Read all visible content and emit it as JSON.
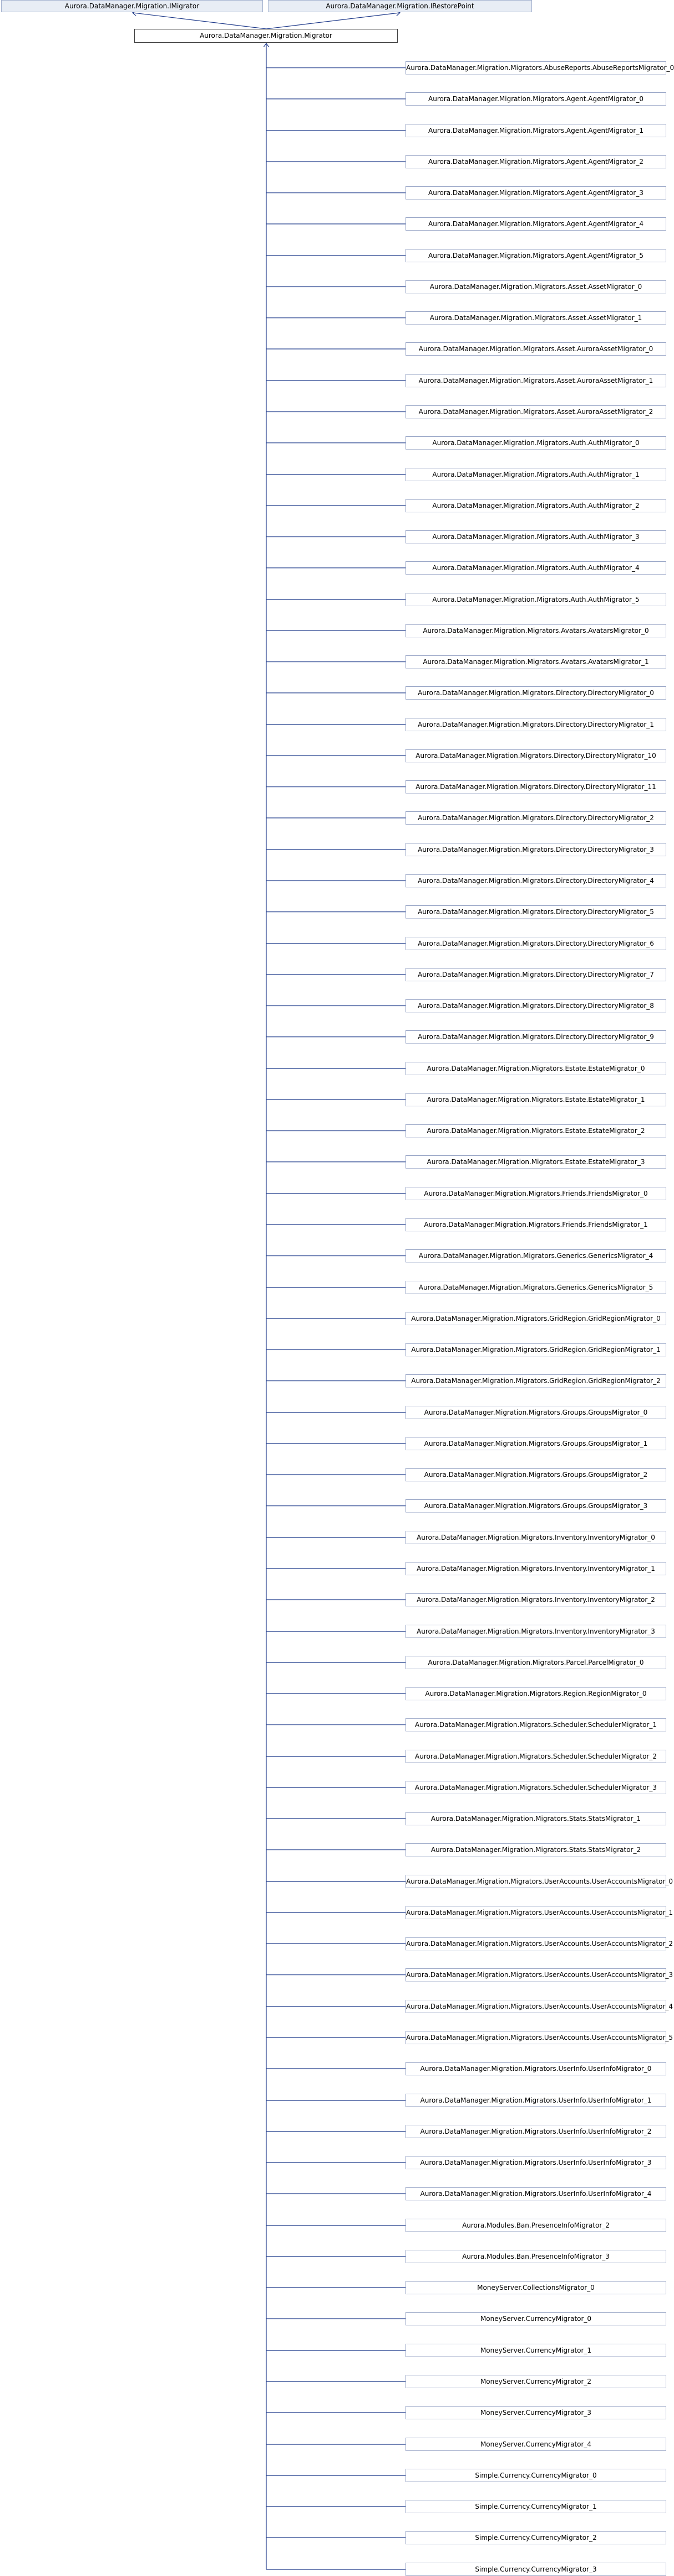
{
  "base_classes": [
    "Aurora.DataManager.Migration.IMigrator",
    "Aurora.DataManager.Migration.IRestorePoint"
  ],
  "main_class": "Aurora.DataManager.Migration.Migrator",
  "derived_classes": [
    "Aurora.DataManager.Migration.Migrators.AbuseReports.AbuseReportsMigrator_0",
    "Aurora.DataManager.Migration.Migrators.Agent.AgentMigrator_0",
    "Aurora.DataManager.Migration.Migrators.Agent.AgentMigrator_1",
    "Aurora.DataManager.Migration.Migrators.Agent.AgentMigrator_2",
    "Aurora.DataManager.Migration.Migrators.Agent.AgentMigrator_3",
    "Aurora.DataManager.Migration.Migrators.Agent.AgentMigrator_4",
    "Aurora.DataManager.Migration.Migrators.Agent.AgentMigrator_5",
    "Aurora.DataManager.Migration.Migrators.Asset.AssetMigrator_0",
    "Aurora.DataManager.Migration.Migrators.Asset.AssetMigrator_1",
    "Aurora.DataManager.Migration.Migrators.Asset.AuroraAssetMigrator_0",
    "Aurora.DataManager.Migration.Migrators.Asset.AuroraAssetMigrator_1",
    "Aurora.DataManager.Migration.Migrators.Asset.AuroraAssetMigrator_2",
    "Aurora.DataManager.Migration.Migrators.Auth.AuthMigrator_0",
    "Aurora.DataManager.Migration.Migrators.Auth.AuthMigrator_1",
    "Aurora.DataManager.Migration.Migrators.Auth.AuthMigrator_2",
    "Aurora.DataManager.Migration.Migrators.Auth.AuthMigrator_3",
    "Aurora.DataManager.Migration.Migrators.Auth.AuthMigrator_4",
    "Aurora.DataManager.Migration.Migrators.Auth.AuthMigrator_5",
    "Aurora.DataManager.Migration.Migrators.Avatars.AvatarsMigrator_0",
    "Aurora.DataManager.Migration.Migrators.Avatars.AvatarsMigrator_1",
    "Aurora.DataManager.Migration.Migrators.Directory.DirectoryMigrator_0",
    "Aurora.DataManager.Migration.Migrators.Directory.DirectoryMigrator_1",
    "Aurora.DataManager.Migration.Migrators.Directory.DirectoryMigrator_10",
    "Aurora.DataManager.Migration.Migrators.Directory.DirectoryMigrator_11",
    "Aurora.DataManager.Migration.Migrators.Directory.DirectoryMigrator_2",
    "Aurora.DataManager.Migration.Migrators.Directory.DirectoryMigrator_3",
    "Aurora.DataManager.Migration.Migrators.Directory.DirectoryMigrator_4",
    "Aurora.DataManager.Migration.Migrators.Directory.DirectoryMigrator_5",
    "Aurora.DataManager.Migration.Migrators.Directory.DirectoryMigrator_6",
    "Aurora.DataManager.Migration.Migrators.Directory.DirectoryMigrator_7",
    "Aurora.DataManager.Migration.Migrators.Directory.DirectoryMigrator_8",
    "Aurora.DataManager.Migration.Migrators.Directory.DirectoryMigrator_9",
    "Aurora.DataManager.Migration.Migrators.Estate.EstateMigrator_0",
    "Aurora.DataManager.Migration.Migrators.Estate.EstateMigrator_1",
    "Aurora.DataManager.Migration.Migrators.Estate.EstateMigrator_2",
    "Aurora.DataManager.Migration.Migrators.Estate.EstateMigrator_3",
    "Aurora.DataManager.Migration.Migrators.Friends.FriendsMigrator_0",
    "Aurora.DataManager.Migration.Migrators.Friends.FriendsMigrator_1",
    "Aurora.DataManager.Migration.Migrators.Generics.GenericsMigrator_4",
    "Aurora.DataManager.Migration.Migrators.Generics.GenericsMigrator_5",
    "Aurora.DataManager.Migration.Migrators.GridRegion.GridRegionMigrator_0",
    "Aurora.DataManager.Migration.Migrators.GridRegion.GridRegionMigrator_1",
    "Aurora.DataManager.Migration.Migrators.GridRegion.GridRegionMigrator_2",
    "Aurora.DataManager.Migration.Migrators.Groups.GroupsMigrator_0",
    "Aurora.DataManager.Migration.Migrators.Groups.GroupsMigrator_1",
    "Aurora.DataManager.Migration.Migrators.Groups.GroupsMigrator_2",
    "Aurora.DataManager.Migration.Migrators.Groups.GroupsMigrator_3",
    "Aurora.DataManager.Migration.Migrators.Inventory.InventoryMigrator_0",
    "Aurora.DataManager.Migration.Migrators.Inventory.InventoryMigrator_1",
    "Aurora.DataManager.Migration.Migrators.Inventory.InventoryMigrator_2",
    "Aurora.DataManager.Migration.Migrators.Inventory.InventoryMigrator_3",
    "Aurora.DataManager.Migration.Migrators.Parcel.ParcelMigrator_0",
    "Aurora.DataManager.Migration.Migrators.Region.RegionMigrator_0",
    "Aurora.DataManager.Migration.Migrators.Scheduler.SchedulerMigrator_1",
    "Aurora.DataManager.Migration.Migrators.Scheduler.SchedulerMigrator_2",
    "Aurora.DataManager.Migration.Migrators.Scheduler.SchedulerMigrator_3",
    "Aurora.DataManager.Migration.Migrators.Stats.StatsMigrator_1",
    "Aurora.DataManager.Migration.Migrators.Stats.StatsMigrator_2",
    "Aurora.DataManager.Migration.Migrators.UserAccounts.UserAccountsMigrator_0",
    "Aurora.DataManager.Migration.Migrators.UserAccounts.UserAccountsMigrator_1",
    "Aurora.DataManager.Migration.Migrators.UserAccounts.UserAccountsMigrator_2",
    "Aurora.DataManager.Migration.Migrators.UserAccounts.UserAccountsMigrator_3",
    "Aurora.DataManager.Migration.Migrators.UserAccounts.UserAccountsMigrator_4",
    "Aurora.DataManager.Migration.Migrators.UserAccounts.UserAccountsMigrator_5",
    "Aurora.DataManager.Migration.Migrators.UserInfo.UserInfoMigrator_0",
    "Aurora.DataManager.Migration.Migrators.UserInfo.UserInfoMigrator_1",
    "Aurora.DataManager.Migration.Migrators.UserInfo.UserInfoMigrator_2",
    "Aurora.DataManager.Migration.Migrators.UserInfo.UserInfoMigrator_3",
    "Aurora.DataManager.Migration.Migrators.UserInfo.UserInfoMigrator_4",
    "Aurora.Modules.Ban.PresenceInfoMigrator_2",
    "Aurora.Modules.Ban.PresenceInfoMigrator_3",
    "MoneyServer.CollectionsMigrator_0",
    "MoneyServer.CurrencyMigrator_0",
    "MoneyServer.CurrencyMigrator_1",
    "MoneyServer.CurrencyMigrator_2",
    "MoneyServer.CurrencyMigrator_3",
    "MoneyServer.CurrencyMigrator_4",
    "Simple.Currency.CurrencyMigrator_0",
    "Simple.Currency.CurrencyMigrator_1",
    "Simple.Currency.CurrencyMigrator_2",
    "Simple.Currency.CurrencyMigrator_3"
  ],
  "colors": {
    "base_fill": "#e8edf5",
    "base_border": "#a3b1ce",
    "main_border": "#404040",
    "child_border": "#9aa7c7",
    "edge_color": "#1f3a8a"
  }
}
